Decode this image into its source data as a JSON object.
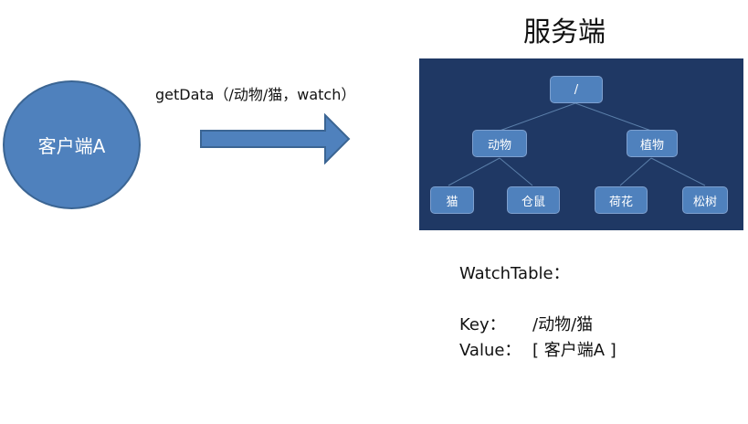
{
  "client": {
    "label": "客户端A"
  },
  "request": {
    "label": "getData（/动物/猫，watch）"
  },
  "server": {
    "title": "服务端",
    "tree": {
      "root": "/",
      "level1": [
        "动物",
        "植物"
      ],
      "level2": [
        "猫",
        "仓鼠",
        "荷花",
        "松树"
      ]
    }
  },
  "watch_table": {
    "title": "WatchTable：",
    "key_label": "Key：",
    "key_value": "/动物/猫",
    "value_label": "Value：",
    "value_value": "[ 客户端A ]"
  }
}
